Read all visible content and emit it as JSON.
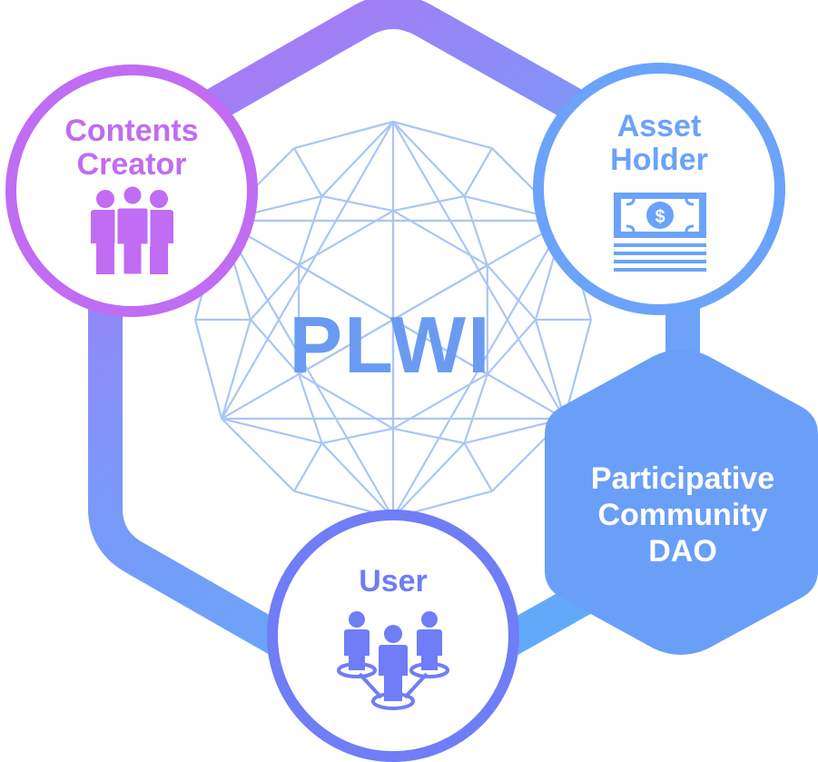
{
  "center": {
    "label": "PLWI"
  },
  "nodes": {
    "creator": {
      "line1": "Contents",
      "line2": "Creator",
      "icon": "group-people-icon"
    },
    "holder": {
      "line1": "Asset",
      "line2": "Holder",
      "icon": "money-stack-icon"
    },
    "user": {
      "line1": "User",
      "icon": "user-network-icon"
    },
    "dao": {
      "line1": "Participative",
      "line2": "Community",
      "line3": "DAO"
    }
  },
  "colors": {
    "purple": "#c06cf3",
    "blue": "#6aa3f9",
    "indigo": "#6f7df6",
    "mesh": "#a9c6f5",
    "center_text": "#6a9bf0",
    "dao_fill": "#6a9ff8"
  }
}
